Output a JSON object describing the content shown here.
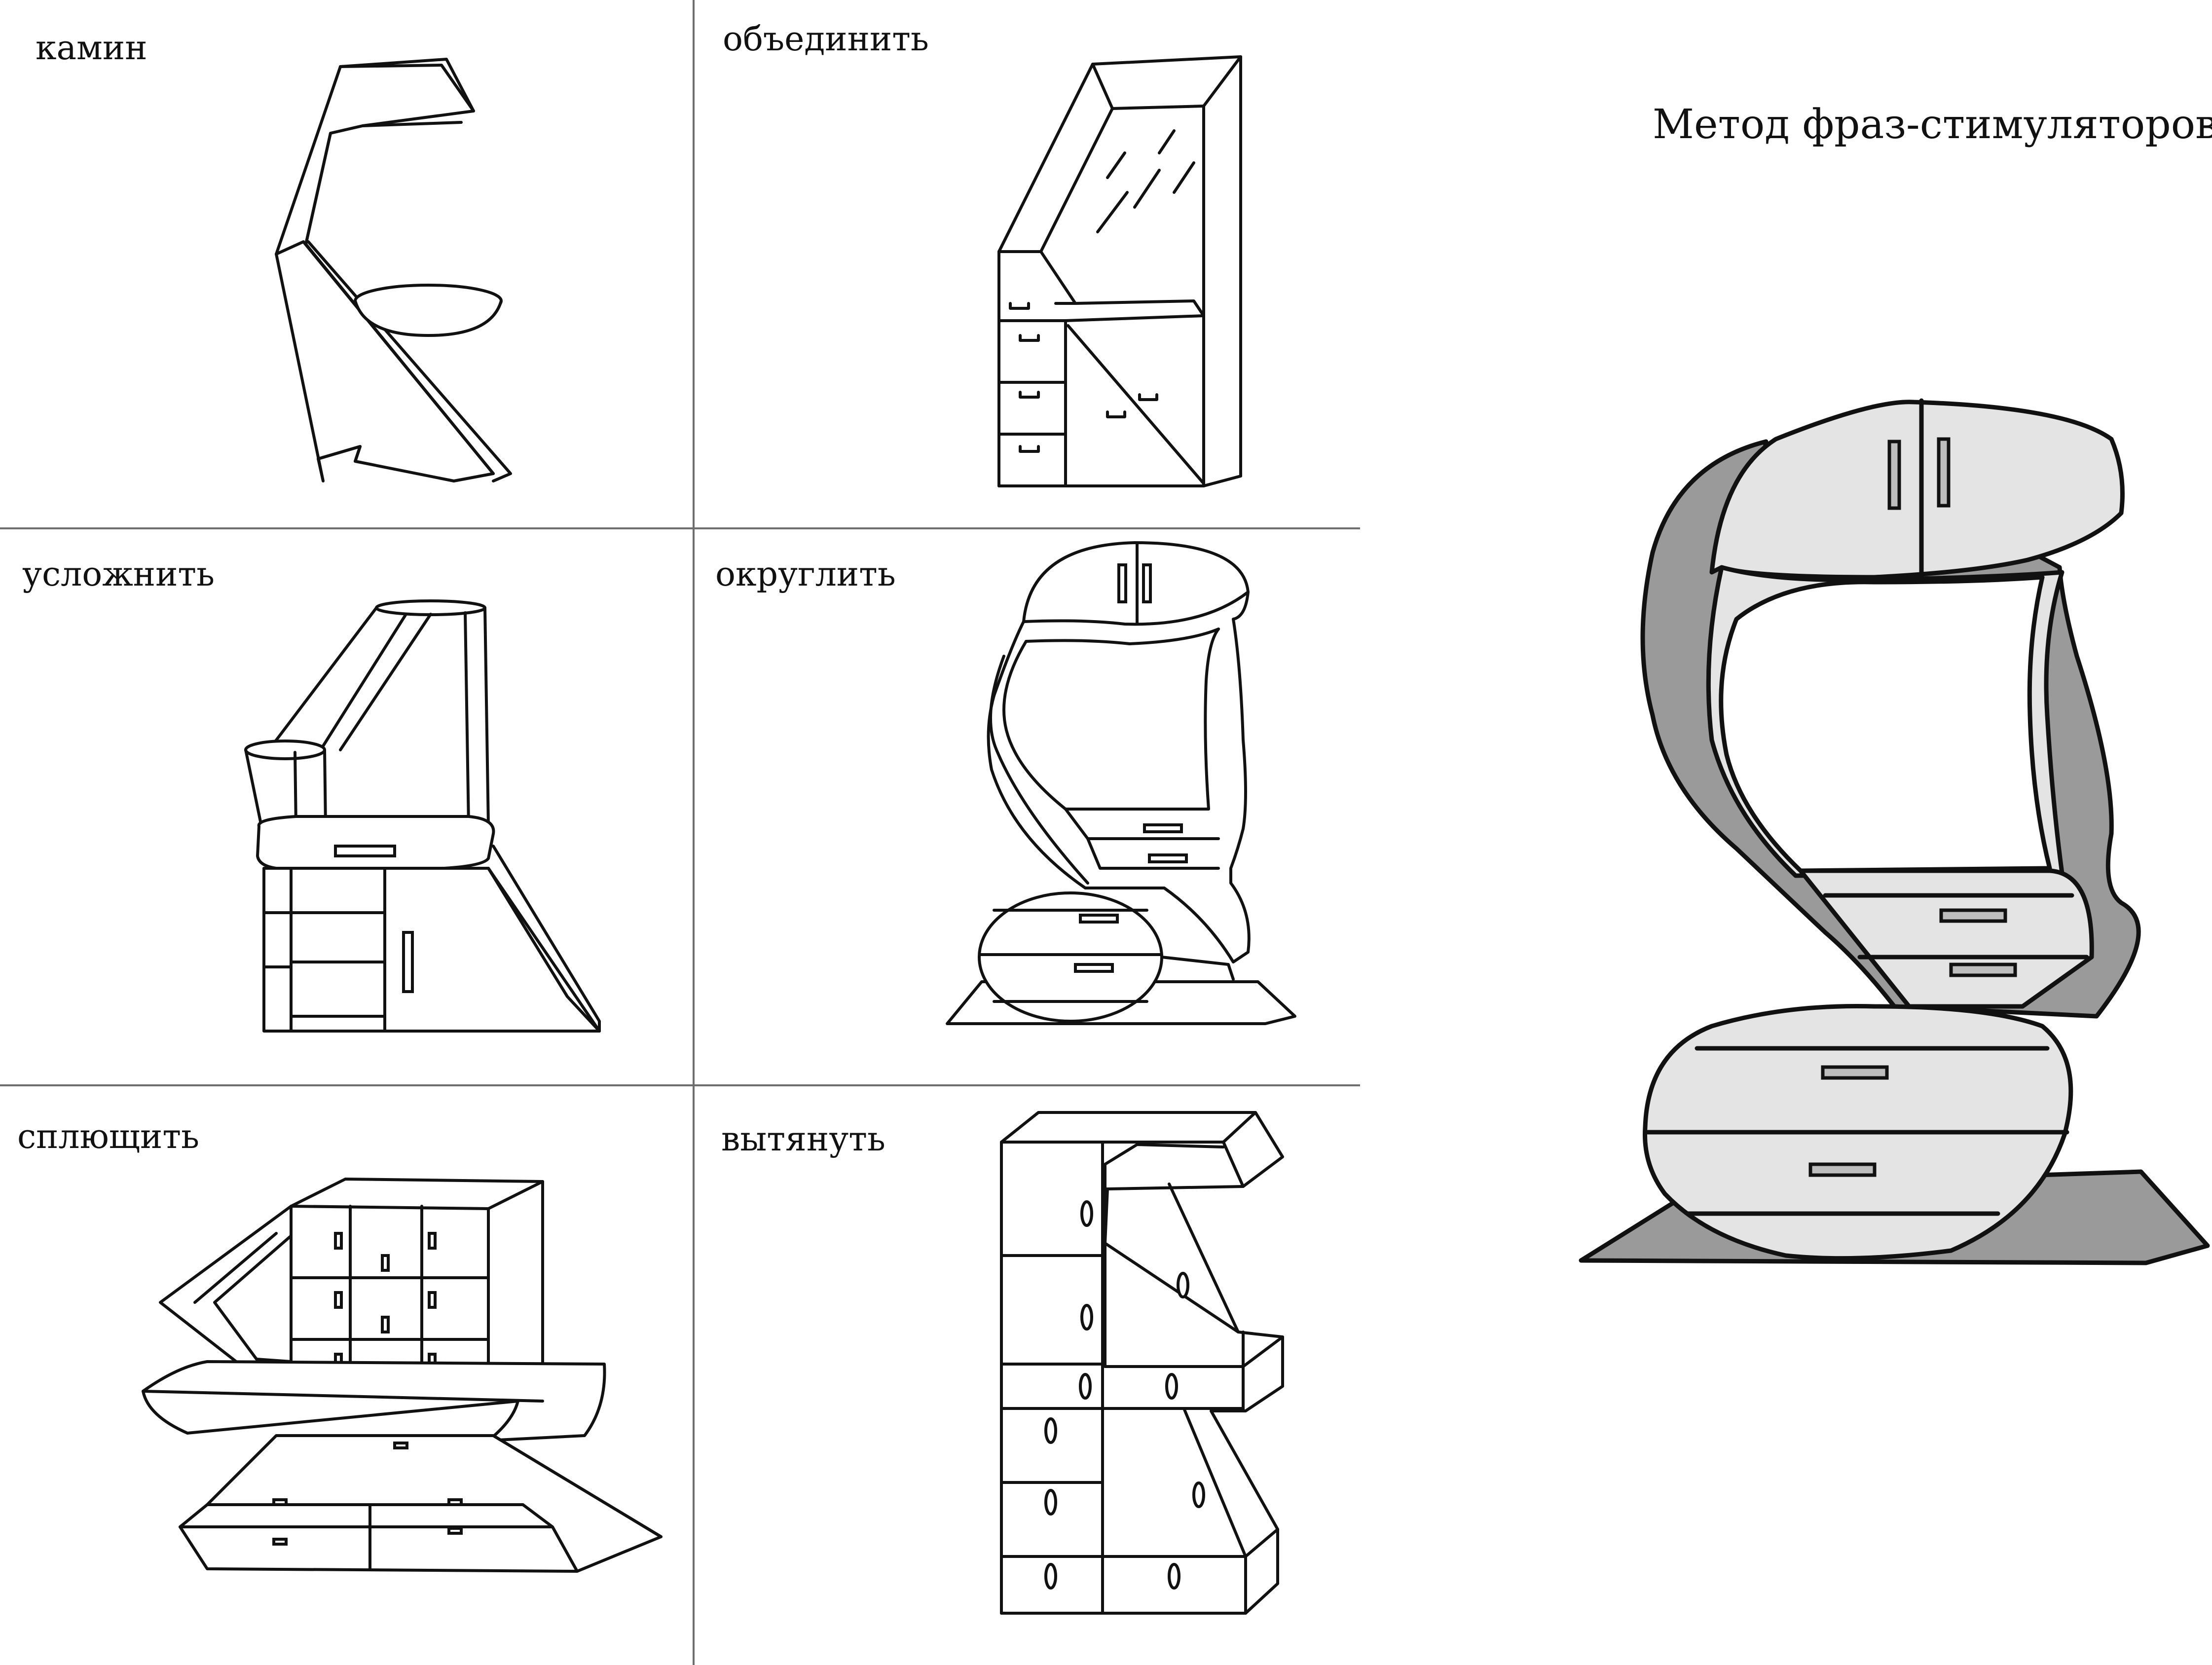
{
  "title": "Метод фраз-стимуляторов",
  "cells": [
    {
      "label": "камин"
    },
    {
      "label": "объединить"
    },
    {
      "label": "усложнить"
    },
    {
      "label": "округлить"
    },
    {
      "label": "сплющить"
    },
    {
      "label": "вытянуть"
    }
  ]
}
